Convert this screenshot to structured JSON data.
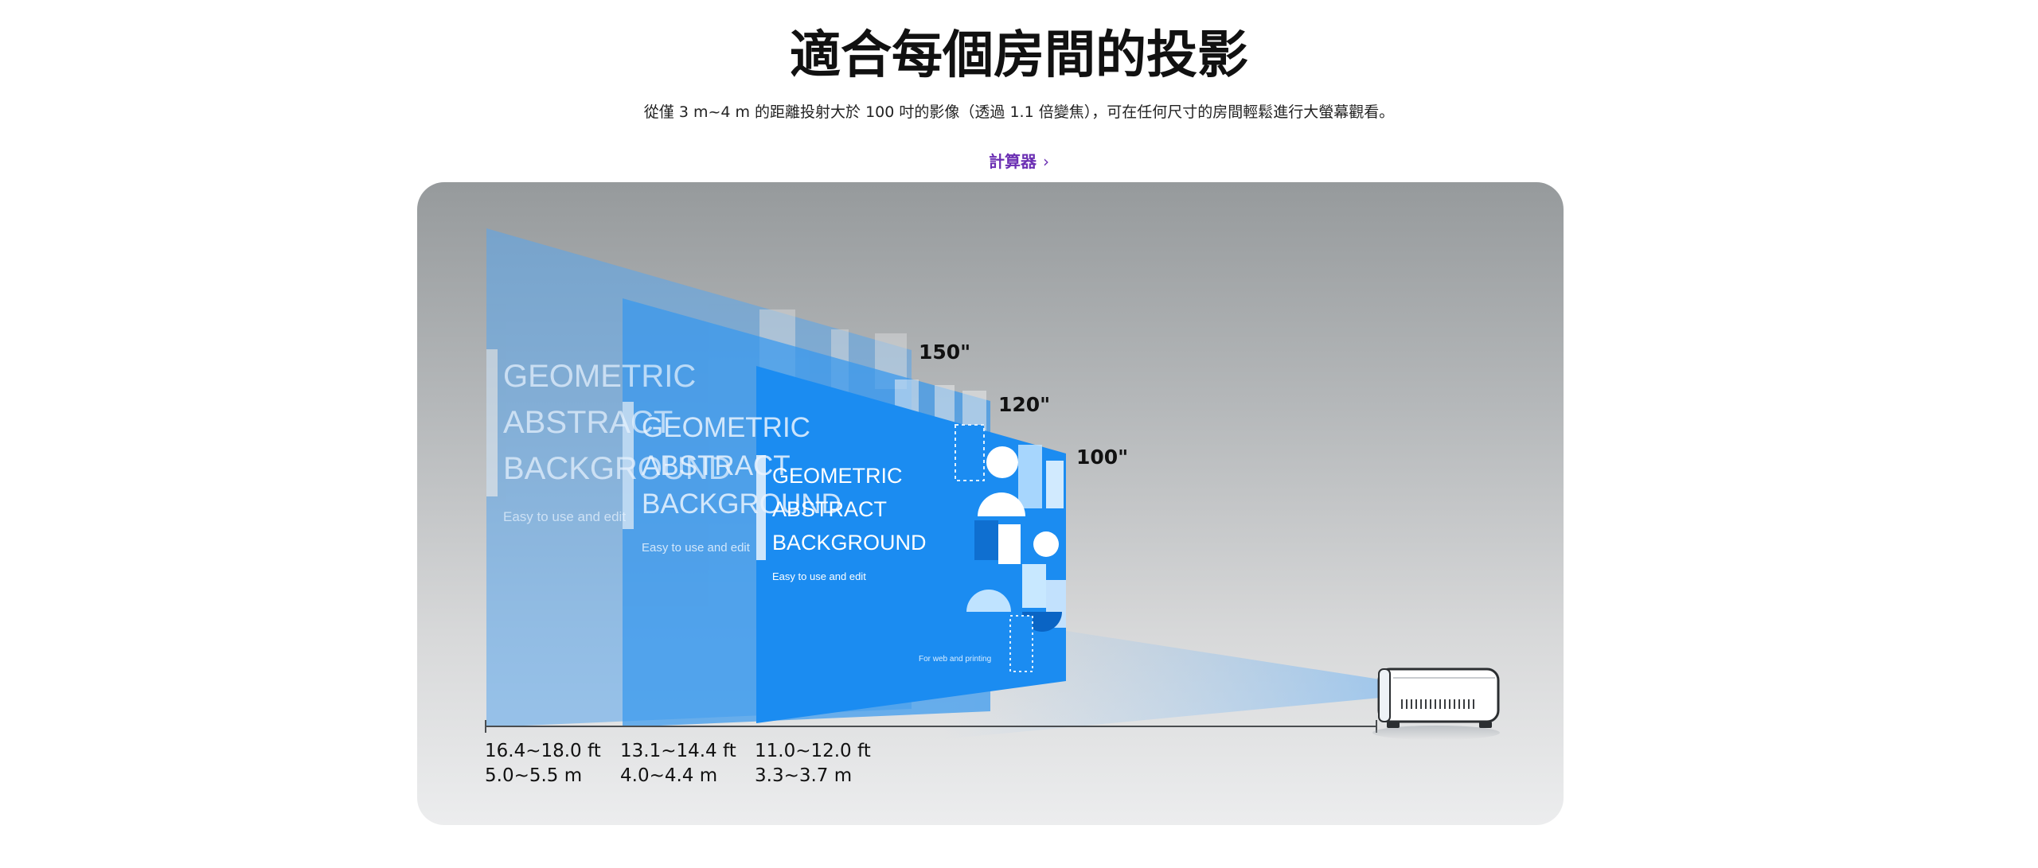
{
  "header": {
    "title": "適合每個房間的投影",
    "subtitle": "從僅 3 m~4 m 的距離投射大於 100 吋的影像（透過 1.1 倍變焦），可在任何尺寸的房間輕鬆進行大螢幕觀看。",
    "calculator_label": "計算器",
    "calculator_chevron": "›"
  },
  "screens": [
    {
      "size_label": "150\"",
      "distance_ft": "16.4~18.0 ft",
      "distance_m": "5.0~5.5 m",
      "slide_title": [
        "GEOMETRIC",
        "ABSTRACT",
        "BACKGROUND"
      ],
      "slide_caption": "Easy to use and edit"
    },
    {
      "size_label": "120\"",
      "distance_ft": "13.1~14.4 ft",
      "distance_m": "4.0~4.4 m",
      "slide_title": [
        "GEOMETRIC",
        "ABSTRACT",
        "BACKGROUND"
      ],
      "slide_caption": "Easy to use and edit"
    },
    {
      "size_label": "100\"",
      "distance_ft": "11.0~12.0 ft",
      "distance_m": "3.3~3.7 m",
      "slide_title": [
        "GEOMETRIC",
        "ABSTRACT",
        "BACKGROUND"
      ],
      "slide_caption": "Easy to use and edit",
      "slide_footer": "For web and printing"
    }
  ],
  "colors": {
    "accent_link": "#6b2fb3",
    "screen_blue": "#1a8af0",
    "stage_top": "#969a9c",
    "stage_bottom": "#ecedee"
  },
  "icons": {
    "projector": "projector-icon",
    "chevron": "chevron-right-icon"
  }
}
